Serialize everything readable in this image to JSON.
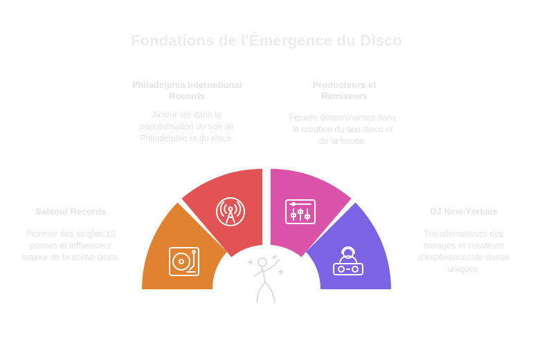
{
  "title": "Fondations de l'Émergence du Disco",
  "segments": [
    {
      "label": "Salsoul Records",
      "description": "Pionnier des singles 12 pouces et influenceur majeur de la scène disco.",
      "color": "#e0822f",
      "icon": "turntable-icon"
    },
    {
      "label": "Philadelphia International Records",
      "description": "Acteur clé dans la popularisation du son de Philadelphie et du disco.",
      "color": "#e25353",
      "icon": "radio-tower-icon"
    },
    {
      "label": "Producteurs et Remixeurs",
      "description": "Figures déterminantes dans la création du son disco et de la house.",
      "color": "#db52a9",
      "icon": "mixing-console-icon"
    },
    {
      "label": "DJ New-Yorkais",
      "description": "Transformateurs des mixages et créateurs d'expériences de danse uniques.",
      "color": "#7b63e3",
      "icon": "dj-icon"
    }
  ],
  "center_icon": "dancer-icon"
}
